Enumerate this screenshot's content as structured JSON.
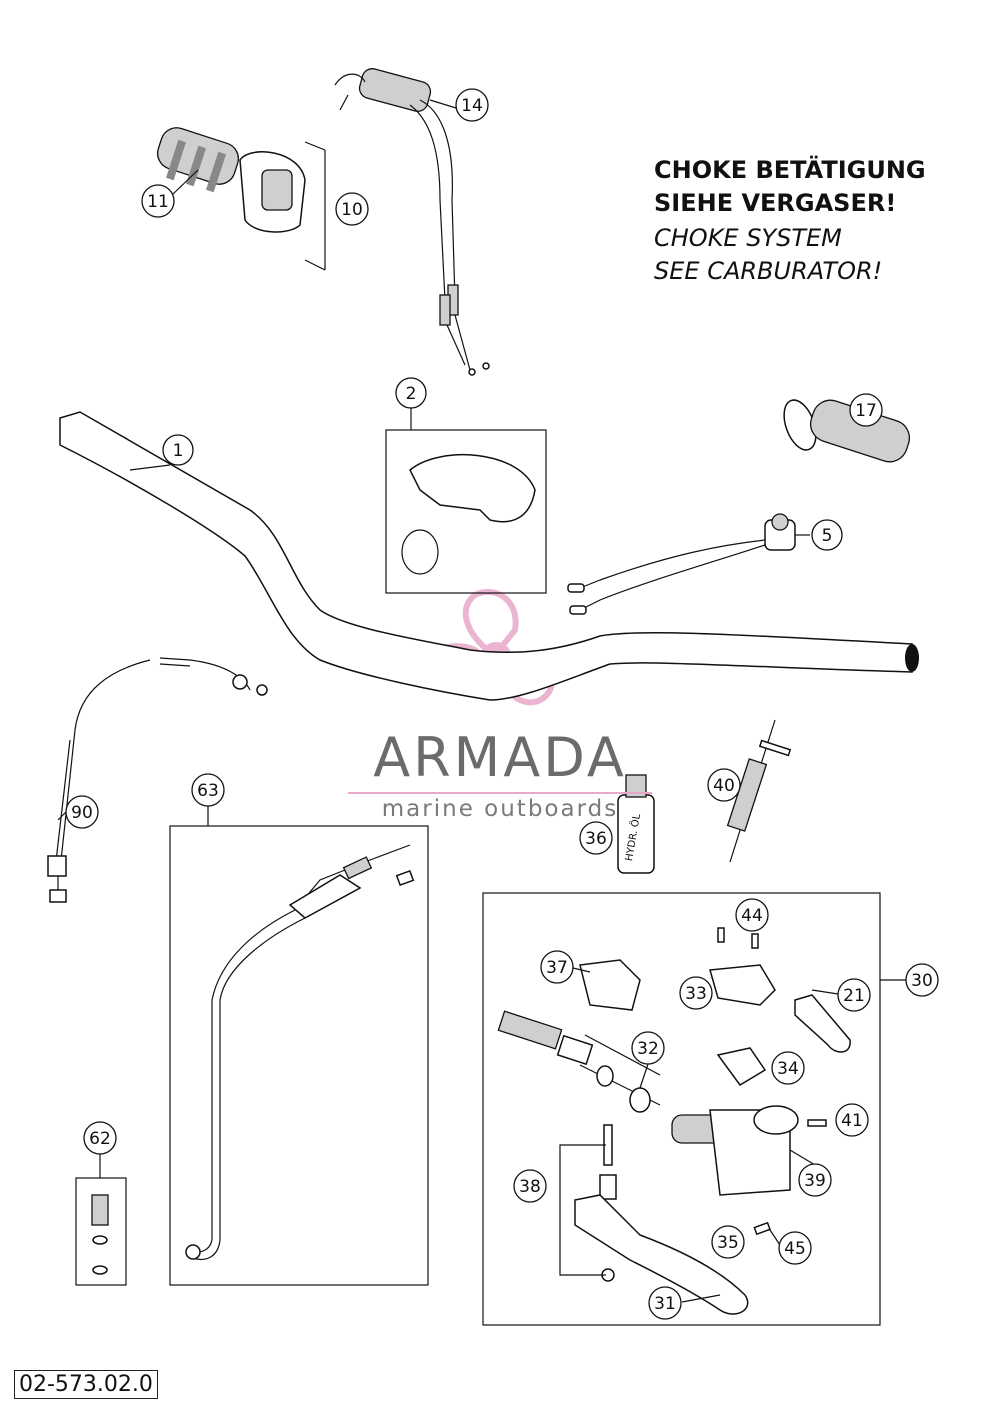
{
  "notes": {
    "german_line1": "CHOKE BETÄTIGUNG",
    "german_line2": "SIEHE VERGASER!",
    "english_line1": "CHOKE SYSTEM",
    "english_line2": "SEE CARBURATOR!"
  },
  "watermark": {
    "name": "ARMADA",
    "subtitle": "marine outboards",
    "logo": "propeller-logo",
    "color": "#e8a8c8"
  },
  "document_id": "02-573.02.0",
  "callouts": {
    "c1": "1",
    "c2": "2",
    "c5": "5",
    "c10": "10",
    "c11": "11",
    "c14": "14",
    "c17": "17",
    "c21": "21",
    "c30": "30",
    "c31": "31",
    "c32": "32",
    "c33": "33",
    "c34": "34",
    "c35": "35",
    "c36": "36",
    "c37": "37",
    "c38": "38",
    "c39": "39",
    "c40": "40",
    "c41": "41",
    "c44": "44",
    "c45": "45",
    "c62": "62",
    "c63": "63",
    "c90": "90"
  },
  "oil_bottle_label": "HYDR. ÖL"
}
